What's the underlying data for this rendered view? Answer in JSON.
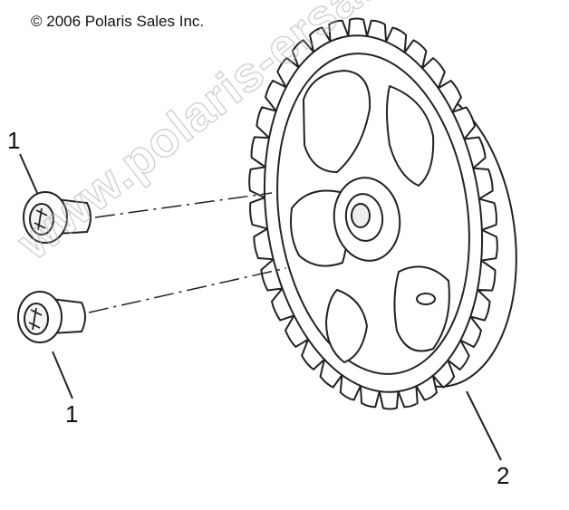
{
  "copyright": "© 2006 Polaris Sales Inc.",
  "callouts": {
    "screw_top": "1",
    "screw_bottom": "1",
    "gear": "2"
  },
  "watermark": "www.polaris-ersatzteile.de",
  "parts": [
    {
      "icon": "screw-icon",
      "callout": "1"
    },
    {
      "icon": "gear-icon",
      "callout": "2"
    }
  ]
}
